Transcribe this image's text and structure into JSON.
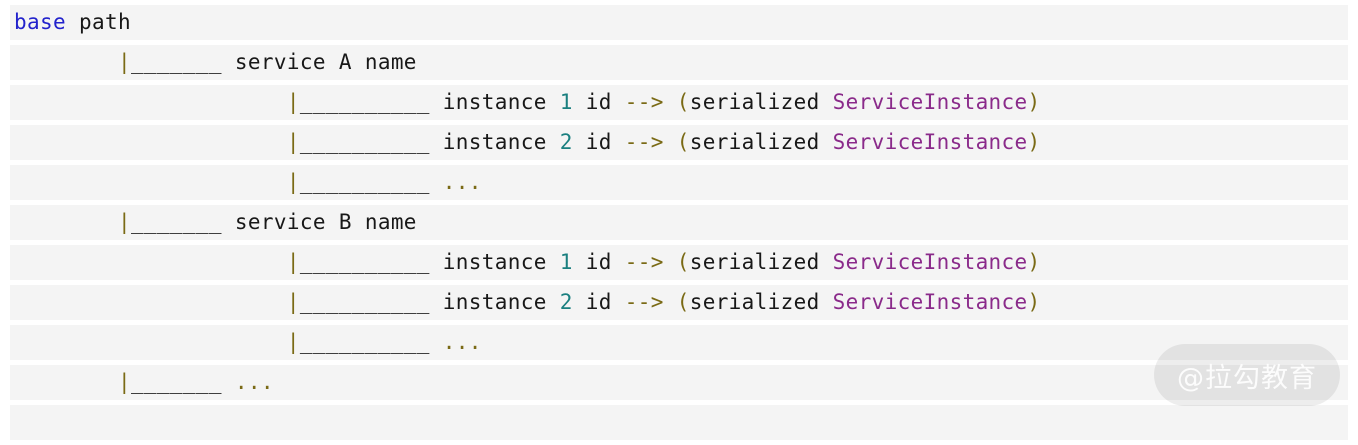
{
  "code_block": {
    "language": "text",
    "background_color": "#ffffff",
    "line_background_color": "#f4f4f4",
    "colors": {
      "keyword": "#2222cc",
      "plain": "#181818",
      "number": "#1a7f7f",
      "operator": "#7a6a15",
      "type": "#8a2a8a",
      "tree_pipe": "#7a6a15"
    },
    "lines": [
      {
        "indent": 0,
        "tokens": [
          {
            "type": "keyword",
            "text": "base"
          },
          {
            "type": "plain",
            "text": " path"
          }
        ]
      },
      {
        "indent": 8,
        "tokens": [
          {
            "type": "tree_pipe",
            "text": "|"
          },
          {
            "type": "plain",
            "text": "_______ service A name"
          }
        ]
      },
      {
        "indent": 21,
        "tokens": [
          {
            "type": "tree_pipe",
            "text": "|"
          },
          {
            "type": "plain",
            "text": "__________ instance "
          },
          {
            "type": "number",
            "text": "1"
          },
          {
            "type": "plain",
            "text": " id "
          },
          {
            "type": "operator",
            "text": "-->"
          },
          {
            "type": "plain",
            "text": " "
          },
          {
            "type": "operator",
            "text": "("
          },
          {
            "type": "plain",
            "text": "serialized "
          },
          {
            "type": "type",
            "text": "ServiceInstance"
          },
          {
            "type": "operator",
            "text": ")"
          }
        ]
      },
      {
        "indent": 21,
        "tokens": [
          {
            "type": "tree_pipe",
            "text": "|"
          },
          {
            "type": "plain",
            "text": "__________ instance "
          },
          {
            "type": "number",
            "text": "2"
          },
          {
            "type": "plain",
            "text": " id "
          },
          {
            "type": "operator",
            "text": "-->"
          },
          {
            "type": "plain",
            "text": " "
          },
          {
            "type": "operator",
            "text": "("
          },
          {
            "type": "plain",
            "text": "serialized "
          },
          {
            "type": "type",
            "text": "ServiceInstance"
          },
          {
            "type": "operator",
            "text": ")"
          }
        ]
      },
      {
        "indent": 21,
        "tokens": [
          {
            "type": "tree_pipe",
            "text": "|"
          },
          {
            "type": "plain",
            "text": "__________ "
          },
          {
            "type": "operator",
            "text": "..."
          }
        ]
      },
      {
        "indent": 8,
        "tokens": [
          {
            "type": "tree_pipe",
            "text": "|"
          },
          {
            "type": "plain",
            "text": "_______ service B name"
          }
        ]
      },
      {
        "indent": 21,
        "tokens": [
          {
            "type": "tree_pipe",
            "text": "|"
          },
          {
            "type": "plain",
            "text": "__________ instance "
          },
          {
            "type": "number",
            "text": "1"
          },
          {
            "type": "plain",
            "text": " id "
          },
          {
            "type": "operator",
            "text": "-->"
          },
          {
            "type": "plain",
            "text": " "
          },
          {
            "type": "operator",
            "text": "("
          },
          {
            "type": "plain",
            "text": "serialized "
          },
          {
            "type": "type",
            "text": "ServiceInstance"
          },
          {
            "type": "operator",
            "text": ")"
          }
        ]
      },
      {
        "indent": 21,
        "tokens": [
          {
            "type": "tree_pipe",
            "text": "|"
          },
          {
            "type": "plain",
            "text": "__________ instance "
          },
          {
            "type": "number",
            "text": "2"
          },
          {
            "type": "plain",
            "text": " id "
          },
          {
            "type": "operator",
            "text": "-->"
          },
          {
            "type": "plain",
            "text": " "
          },
          {
            "type": "operator",
            "text": "("
          },
          {
            "type": "plain",
            "text": "serialized "
          },
          {
            "type": "type",
            "text": "ServiceInstance"
          },
          {
            "type": "operator",
            "text": ")"
          }
        ]
      },
      {
        "indent": 21,
        "tokens": [
          {
            "type": "tree_pipe",
            "text": "|"
          },
          {
            "type": "plain",
            "text": "__________ "
          },
          {
            "type": "operator",
            "text": "..."
          }
        ]
      },
      {
        "indent": 8,
        "tokens": [
          {
            "type": "tree_pipe",
            "text": "|"
          },
          {
            "type": "plain",
            "text": "_______ "
          },
          {
            "type": "operator",
            "text": "..."
          }
        ]
      },
      {
        "indent": 0,
        "tokens": []
      }
    ]
  },
  "watermark": {
    "text": "@拉勾教育"
  }
}
